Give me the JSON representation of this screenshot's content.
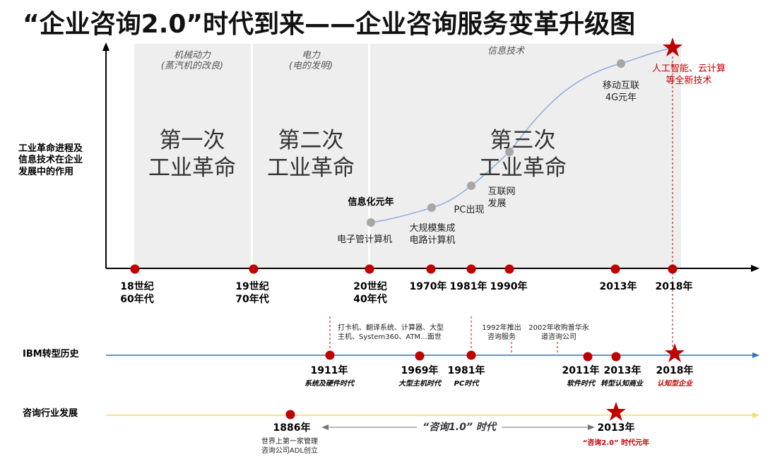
{
  "title": "“企业咨询2.0”时代到来——企业咨询服务变革升级图",
  "y_axis_label": "工业革命进程及\n信息技术在企业\n发展中的作用",
  "eras": [
    {
      "italic": "机械动力\n(蒸汽机的改良)",
      "big": "第一次\n工业革命"
    },
    {
      "italic": "电力\n(电的发明)",
      "big": "第二次\n工业革命"
    },
    {
      "italic": "信息技术",
      "big": "第三次\n工业革命"
    }
  ],
  "curve_labels": {
    "info_year": "信息化元年",
    "computer": "电子管计算机",
    "ic": "大规模集成\n电路计算机",
    "pc": "PC出现",
    "internet": "互联网\n发展",
    "mobile": "移动互联\n4G元年",
    "ai": "人工智能、云计算\n等全新技术"
  },
  "main_axis_years": [
    "18世纪\n60年代",
    "19世纪\n70年代",
    "20世纪\n40年代",
    "1970年",
    "1981年",
    "1990年",
    "2013年",
    "2018年"
  ],
  "ibm": {
    "label": "IBM转型历史",
    "note_1": "打卡机、翻译系统、计算器、大型\n主机、System360、ATM...面世",
    "note_2": "1992年推出\n咨询服务",
    "note_3": "2002年收购普华永\n道咨询公司",
    "events": [
      {
        "year": "1911年",
        "era": "系统及硬件时代"
      },
      {
        "year": "1969年",
        "era": "大型主机时代"
      },
      {
        "year": "1981年",
        "era": "PC时代"
      },
      {
        "year": "2011年",
        "era": "软件时代"
      },
      {
        "year": "2013年",
        "era": "转型认知商业"
      },
      {
        "year": "2018年",
        "era": "认知型企业"
      }
    ]
  },
  "consulting": {
    "label": "咨询行业发展",
    "start_year": "1886年",
    "start_note": "世界上第一家管理\n咨询公司ADL创立",
    "era_label": "“咨询1.0” 时代",
    "end_year": "2013年",
    "end_note": "“咨询2.0” 时代元年"
  },
  "colors": {
    "red": "#c00000",
    "grey_band": "#eeeeee",
    "curve": "#8eaadb",
    "ibm_line": "#2e75b6",
    "consult_line": "#ffd966",
    "marker_grey": "#a6a6a6"
  }
}
